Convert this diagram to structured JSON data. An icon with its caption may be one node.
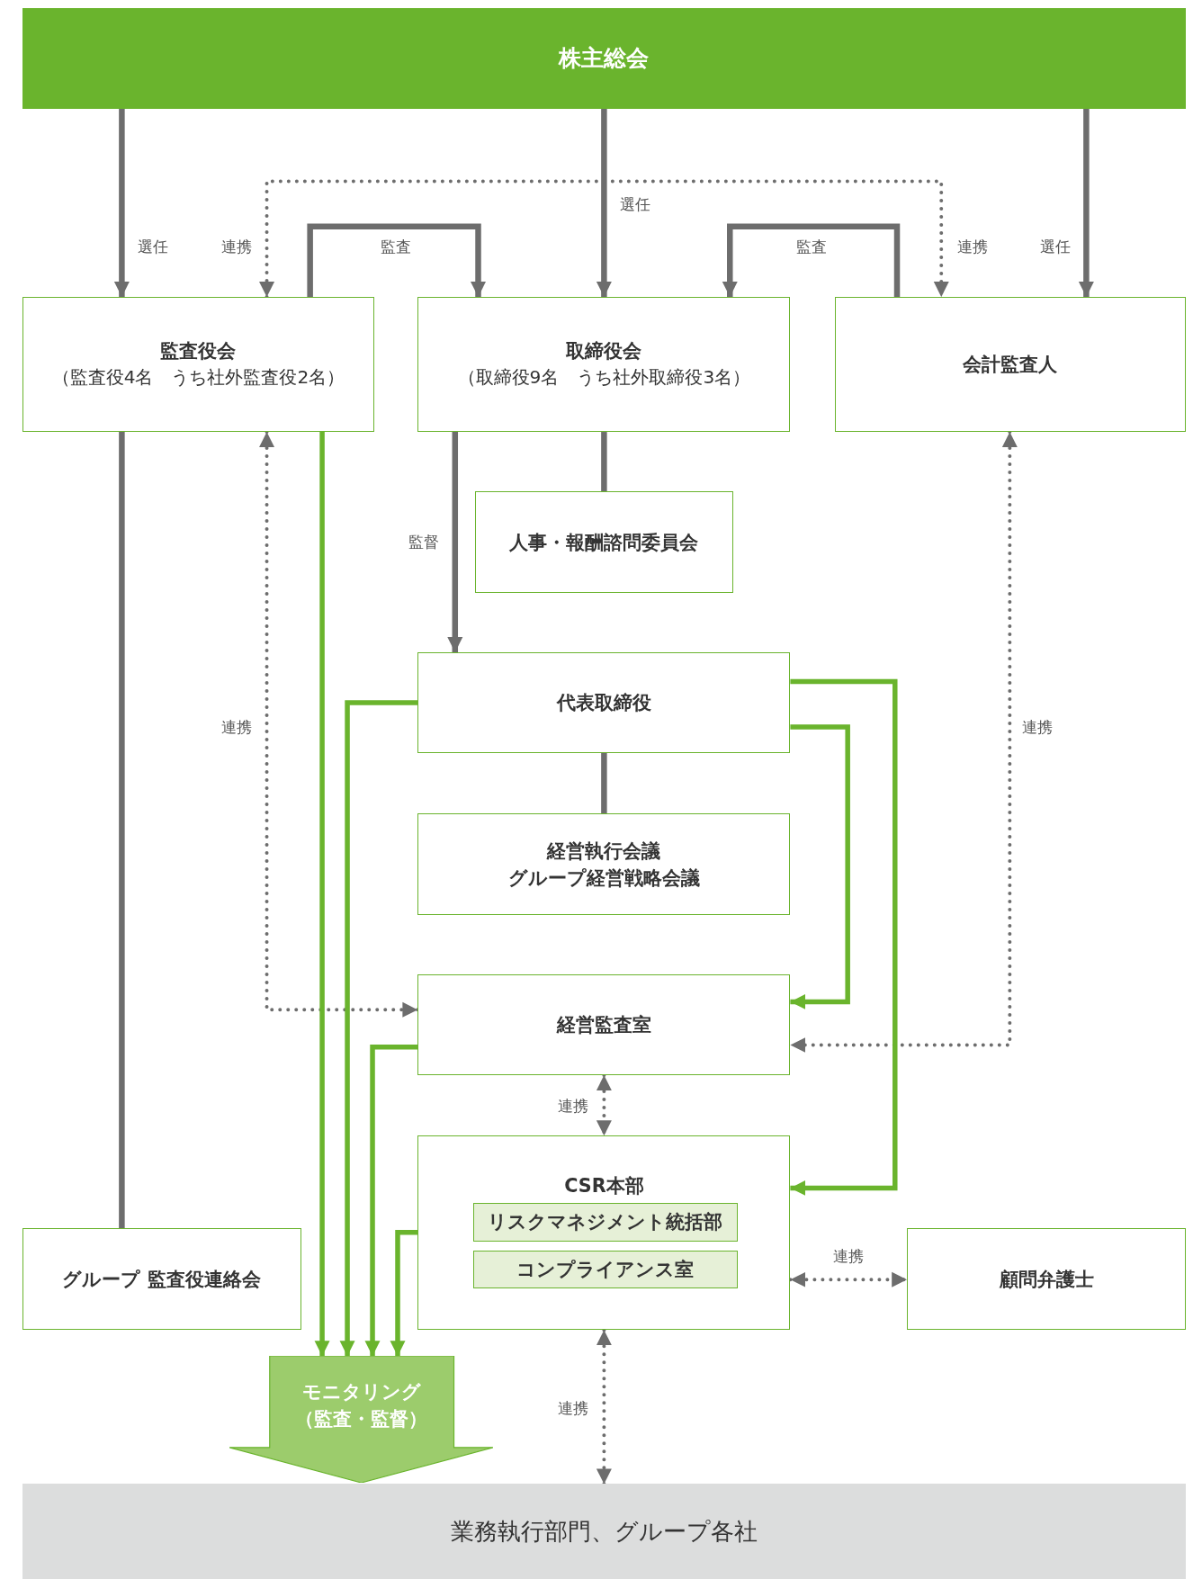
{
  "diagram": {
    "nodes": [
      {
        "text": [
          "株主総会"
        ]
      },
      {
        "text": [
          "監査役会",
          "（監査役4名　うち社外監査役2名）"
        ]
      },
      {
        "text": [
          "取締役会",
          "（取締役9名　うち社外取締役3名）"
        ]
      },
      {
        "text": [
          "会計監査人"
        ]
      },
      {
        "text": [
          "人事・報酬諮問委員会"
        ]
      },
      {
        "text": [
          "代表取締役"
        ]
      },
      {
        "text": [
          "経営執行会議",
          "グループ経営戦略会議"
        ]
      },
      {
        "text": [
          "経営監査室"
        ]
      },
      {
        "text": [
          "CSR本部"
        ]
      },
      {
        "text": [
          "リスクマネジメント統括部"
        ],
        "in": 8
      },
      {
        "text": [
          "コンプライアンス室"
        ],
        "in": 8
      },
      {
        "text": [
          "グループ 監査役連絡会"
        ]
      },
      {
        "text": [
          "顧問弁護士"
        ]
      },
      {
        "text": [
          "モニタリング",
          "（監査・監督）"
        ]
      },
      {
        "text": [
          "業務執行部門、グループ各社"
        ]
      }
    ],
    "edges": [
      {
        "from": 0,
        "to": 1,
        "arrow": "to",
        "label": "選任"
      },
      {
        "from": 0,
        "to": 2,
        "arrow": "to",
        "label": "選任"
      },
      {
        "from": 0,
        "to": 3,
        "arrow": "to",
        "label": "選任"
      },
      {
        "from": 1,
        "to": 3,
        "arrow": "both",
        "label": "連携",
        "style": "dashed"
      },
      {
        "from": 1,
        "to": 2,
        "arrow": "to",
        "label": "監査"
      },
      {
        "from": 3,
        "to": 2,
        "arrow": "to",
        "label": "監査"
      },
      {
        "from": 2,
        "to": 4,
        "arrow": "none"
      },
      {
        "from": 2,
        "to": 5,
        "arrow": "to",
        "label": "監督"
      },
      {
        "from": 5,
        "to": 6,
        "arrow": "none"
      },
      {
        "from": 1,
        "to": 7,
        "arrow": "both",
        "label": "連携",
        "style": "dashed"
      },
      {
        "from": 3,
        "to": 7,
        "arrow": "both",
        "label": "連携",
        "style": "dashed"
      },
      {
        "from": 7,
        "to": 8,
        "arrow": "both",
        "label": "連携",
        "style": "dashed"
      },
      {
        "from": 8,
        "to": 12,
        "arrow": "both",
        "label": "連携",
        "style": "dashed"
      },
      {
        "from": 8,
        "to": 14,
        "arrow": "both",
        "label": "連携",
        "style": "dashed"
      },
      {
        "from": 1,
        "to": 11,
        "arrow": "none"
      },
      {
        "from": 1,
        "to": 13,
        "arrow": "to",
        "color": "#6ab42d"
      },
      {
        "from": 5,
        "to": 13,
        "arrow": "to",
        "color": "#6ab42d"
      },
      {
        "from": 7,
        "to": 13,
        "arrow": "to",
        "color": "#6ab42d"
      },
      {
        "from": 8,
        "to": 13,
        "arrow": "to",
        "color": "#6ab42d"
      },
      {
        "from": 5,
        "to": 7,
        "arrow": "to",
        "color": "#6ab42d"
      },
      {
        "from": 5,
        "to": 8,
        "arrow": "to",
        "color": "#6ab42d"
      }
    ],
    "labels": [
      "連携"
    ]
  }
}
